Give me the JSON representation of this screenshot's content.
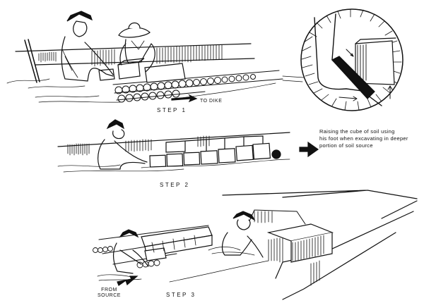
{
  "figure": {
    "description": "Line illustration showing three steps of moving cubes of soil by raft to build a dike",
    "ink_color": "#111111",
    "background": "#ffffff"
  },
  "panels": {
    "step1": {
      "label": "STEP 1",
      "direction_label": "TO DIKE"
    },
    "inset": {
      "caption_lines": [
        "Raising  the cube of soil using",
        "his foot  when excavating in deeper",
        "portion of soil source"
      ]
    },
    "step2": {
      "label": "STEP 2"
    },
    "step3": {
      "label": "STEP 3",
      "from_label_line1": "FROM",
      "from_label_line2": "SOURCE"
    }
  }
}
